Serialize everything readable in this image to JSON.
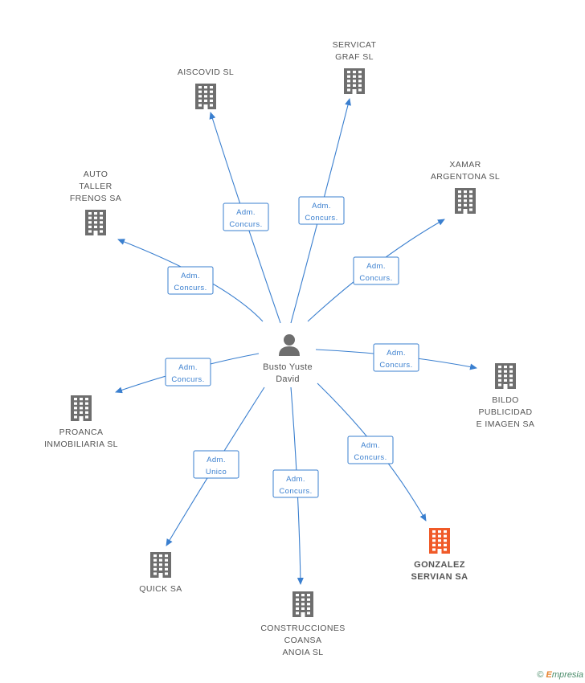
{
  "center": {
    "name_line1": "Busto Yuste",
    "name_line2": "David"
  },
  "companies": [
    {
      "id": "aiscovid",
      "lines": [
        "AISCOVID SL"
      ],
      "relation": [
        "Adm.",
        "Concurs."
      ],
      "highlight": false
    },
    {
      "id": "servicat",
      "lines": [
        "SERVICAT",
        "GRAF SL"
      ],
      "relation": [
        "Adm.",
        "Concurs."
      ],
      "highlight": false
    },
    {
      "id": "xamar",
      "lines": [
        "XAMAR",
        "ARGENTONA SL"
      ],
      "relation": [
        "Adm.",
        "Concurs."
      ],
      "highlight": false
    },
    {
      "id": "auto-taller",
      "lines": [
        "AUTO",
        "TALLER",
        "FRENOS SA"
      ],
      "relation": [
        "Adm.",
        "Concurs."
      ],
      "highlight": false
    },
    {
      "id": "bildo",
      "lines": [
        "BILDO",
        "PUBLICIDAD",
        "E IMAGEN SA"
      ],
      "relation": [
        "Adm.",
        "Concurs."
      ],
      "highlight": false
    },
    {
      "id": "proanca",
      "lines": [
        "PROANCA",
        "INMOBILIARIA SL"
      ],
      "relation": [
        "Adm.",
        "Concurs."
      ],
      "highlight": false
    },
    {
      "id": "gonzalez",
      "lines": [
        "GONZALEZ",
        "SERVIAN SA"
      ],
      "relation": [
        "Adm.",
        "Concurs."
      ],
      "highlight": true
    },
    {
      "id": "quick",
      "lines": [
        "QUICK SA"
      ],
      "relation": [
        "Adm.",
        "Unico"
      ],
      "highlight": false
    },
    {
      "id": "construcciones",
      "lines": [
        "CONSTRUCCIONES",
        "COANSA",
        "ANOIA SL"
      ],
      "relation": [
        "Adm.",
        "Concurs."
      ],
      "highlight": false
    }
  ],
  "colors": {
    "edge": "#3a7fcf",
    "building": "#6e6e6e",
    "building_highlight": "#f05a28",
    "person": "#6e6e6e"
  },
  "footer": {
    "copyright_symbol": "©",
    "brand_initial": "E",
    "brand_rest": "mpresia"
  }
}
